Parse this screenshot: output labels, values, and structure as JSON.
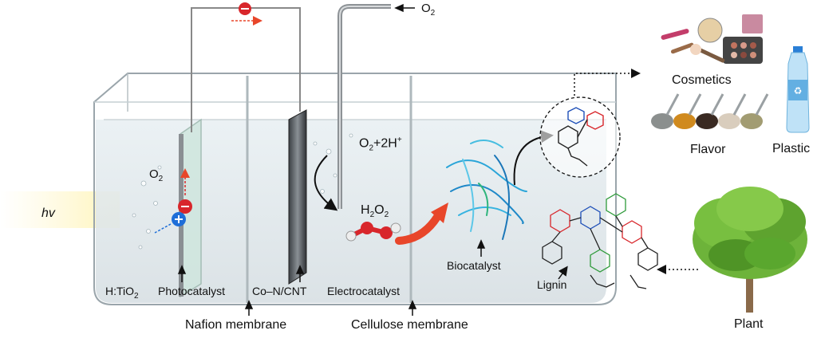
{
  "labels": {
    "light": "hv",
    "o2_left": "O",
    "o2_left_sub": "2",
    "o2_top": "O",
    "o2_top_sub": "2",
    "h_tio2": "H:TiO",
    "h_tio2_sub": "2",
    "photocatalyst": "Photocatalyst",
    "co_n_cnt": "Co–N/CNT",
    "electrocatalyst": "Electrocatalyst",
    "nafion": "Nafion membrane",
    "cellulose": "Cellulose membrane",
    "biocatalyst": "Biocatalyst",
    "lignin": "Lignin",
    "plant": "Plant",
    "cosmetics": "Cosmetics",
    "flavor": "Flavor",
    "plastic": "Plastic",
    "reactant_o2": "O",
    "reactant_o2_sub": "2",
    "reactant_plus": "+2H",
    "reactant_sup": "+",
    "product_h2o2_h": "H",
    "product_h2o2_sub1": "2",
    "product_h2o2_o": "O",
    "product_h2o2_sub2": "2"
  },
  "colors": {
    "electron": "#d8262b",
    "hole": "#1e6ed8",
    "arrow_red": "#e8462a",
    "water": "#dfe8ec",
    "tree_green": "#5aa72e"
  },
  "icons": [
    "electron-icon",
    "hole-icon",
    "tree-icon",
    "cosmetics-icon",
    "spoons-icon",
    "bottle-icon",
    "enzyme-icon",
    "molecule-icon"
  ]
}
